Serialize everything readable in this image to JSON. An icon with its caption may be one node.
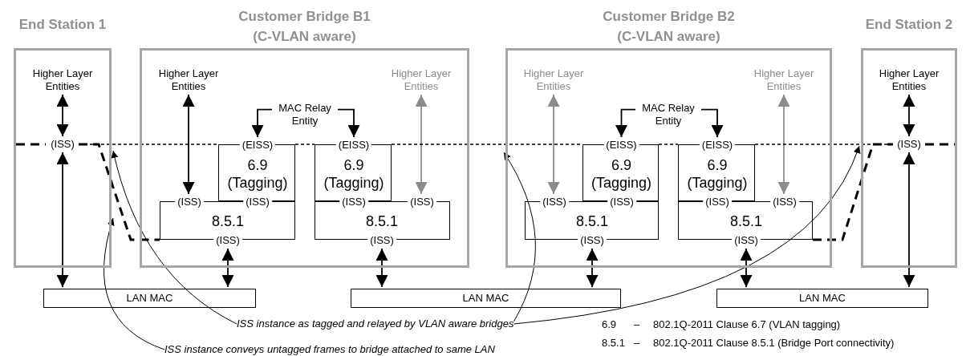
{
  "diagram": {
    "nodes": [
      {
        "text": [
          "End Station 1"
        ]
      },
      {
        "text": [
          "Higher Layer Entities"
        ],
        "in": 0
      },
      {
        "text": [
          "(ISS)"
        ],
        "in": 0
      },
      {
        "text": [
          "Customer Bridge B1 (C-VLAN aware)"
        ]
      },
      {
        "text": [
          "Higher Layer Entities"
        ],
        "in": 3
      },
      {
        "text": [
          "MAC Relay Entity"
        ],
        "in": 3
      },
      {
        "text": [
          "Higher Layer Entities"
        ],
        "in": 3
      },
      {
        "text": [
          "(EISS)",
          "6.9 (Tagging)"
        ],
        "in": 3
      },
      {
        "text": [
          "(EISS)",
          "6.9 (Tagging)"
        ],
        "in": 3
      },
      {
        "text": [
          "(ISS)",
          "(ISS)",
          "8.5.1",
          "(ISS)"
        ],
        "in": 3
      },
      {
        "text": [
          "(ISS)",
          "(ISS)",
          "8.5.1",
          "(ISS)"
        ],
        "in": 3
      },
      {
        "text": [
          "Customer Bridge B2 (C-VLAN aware)"
        ]
      },
      {
        "text": [
          "Higher Layer Entities"
        ],
        "in": 11
      },
      {
        "text": [
          "MAC Relay Entity"
        ],
        "in": 11
      },
      {
        "text": [
          "Higher Layer Entities"
        ],
        "in": 11
      },
      {
        "text": [
          "(EISS)",
          "6.9 (Tagging)"
        ],
        "in": 11
      },
      {
        "text": [
          "(EISS)",
          "6.9 (Tagging)"
        ],
        "in": 11
      },
      {
        "text": [
          "(ISS)",
          "(ISS)",
          "8.5.1",
          "(ISS)"
        ],
        "in": 11
      },
      {
        "text": [
          "(ISS)",
          "(ISS)",
          "8.5.1",
          "(ISS)"
        ],
        "in": 11
      },
      {
        "text": [
          "End Station 2"
        ]
      },
      {
        "text": [
          "Higher Layer Entities"
        ],
        "in": 19
      },
      {
        "text": [
          "(ISS)"
        ],
        "in": 19
      },
      {
        "text": [
          "LAN MAC"
        ]
      },
      {
        "text": [
          "LAN MAC"
        ]
      },
      {
        "text": [
          "LAN MAC"
        ]
      },
      {
        "text": [
          "ISS instance as tagged and relayed by VLAN aware bridges"
        ]
      },
      {
        "text": [
          "ISS instance conveys untagged frames to bridge attached to same LAN"
        ]
      }
    ],
    "edges": [
      {
        "from": 1,
        "to": 2,
        "arrow": "both"
      },
      {
        "from": 2,
        "to": 22,
        "arrow": "both"
      },
      {
        "from": 2,
        "to": 9,
        "arrow": "none",
        "style": "dashed"
      },
      {
        "from": 2,
        "to": 7,
        "arrow": "none",
        "style": "dashed"
      },
      {
        "from": 4,
        "to": 9,
        "arrow": "both"
      },
      {
        "from": 5,
        "to": 7,
        "arrow": "to"
      },
      {
        "from": 5,
        "to": 8,
        "arrow": "to"
      },
      {
        "from": 6,
        "to": 10,
        "arrow": "both",
        "color": "#8c8c8c"
      },
      {
        "from": 7,
        "to": 8,
        "arrow": "none",
        "style": "dashed"
      },
      {
        "from": 9,
        "to": 22,
        "arrow": "both"
      },
      {
        "from": 10,
        "to": 23,
        "arrow": "both"
      },
      {
        "from": 8,
        "to": 15,
        "arrow": "none",
        "style": "dashed"
      },
      {
        "from": 12,
        "to": 17,
        "arrow": "both",
        "color": "#8c8c8c"
      },
      {
        "from": 13,
        "to": 15,
        "arrow": "to"
      },
      {
        "from": 13,
        "to": 16,
        "arrow": "to"
      },
      {
        "from": 14,
        "to": 18,
        "arrow": "both",
        "color": "#8c8c8c"
      },
      {
        "from": 15,
        "to": 16,
        "arrow": "none",
        "style": "dashed"
      },
      {
        "from": 17,
        "to": 23,
        "arrow": "both"
      },
      {
        "from": 18,
        "to": 24,
        "arrow": "both"
      },
      {
        "from": 16,
        "to": 21,
        "arrow": "none",
        "style": "dashed"
      },
      {
        "from": 18,
        "to": 21,
        "arrow": "none",
        "style": "dashed"
      },
      {
        "from": 20,
        "to": 21,
        "arrow": "both"
      },
      {
        "from": 21,
        "to": 24,
        "arrow": "both"
      },
      {
        "from": 25,
        "to": 0,
        "arrow": "to"
      },
      {
        "from": 25,
        "to": 11,
        "arrow": "to"
      },
      {
        "from": 25,
        "to": 19,
        "arrow": "to"
      },
      {
        "from": 26,
        "to": 0,
        "arrow": "to"
      }
    ],
    "labels": [
      "6.9",
      "–",
      "802.1Q-2011 Clause 6.7 (VLAN tagging)",
      "8.5.1",
      "–",
      "802.1Q-2011 Clause 8.5.1 (Bridge Port connectivity)"
    ]
  }
}
